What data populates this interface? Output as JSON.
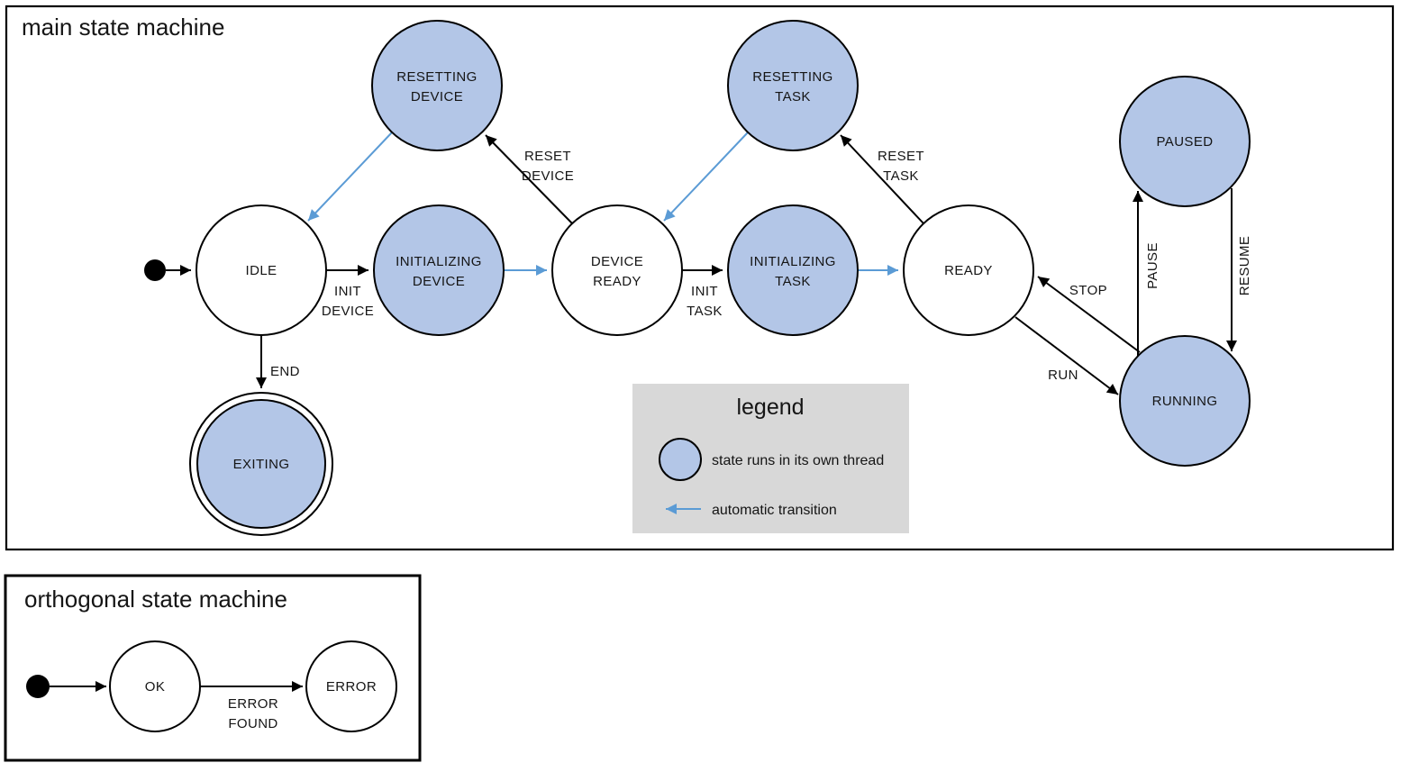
{
  "colors": {
    "state_fill_thread": "#b3c6e7",
    "state_fill_plain": "#ffffff",
    "outline": "#000000",
    "auto_transition": "#5b9bd5",
    "legend_bg": "#d8d8d8"
  },
  "main": {
    "title": "main state machine",
    "states": {
      "idle": {
        "label": "IDLE"
      },
      "initializing_device": {
        "line1": "INITIALIZING",
        "line2": "DEVICE"
      },
      "device_ready": {
        "line1": "DEVICE",
        "line2": "READY"
      },
      "initializing_task": {
        "line1": "INITIALIZING",
        "line2": "TASK"
      },
      "ready": {
        "label": "READY"
      },
      "resetting_device": {
        "line1": "RESETTING",
        "line2": "DEVICE"
      },
      "resetting_task": {
        "line1": "RESETTING",
        "line2": "TASK"
      },
      "paused": {
        "label": "PAUSED"
      },
      "running": {
        "label": "RUNNING"
      },
      "exiting": {
        "label": "EXITING"
      }
    },
    "transitions": {
      "init_device": {
        "line1": "INIT",
        "line2": "DEVICE"
      },
      "init_task": {
        "line1": "INIT",
        "line2": "TASK"
      },
      "reset_device": {
        "line1": "RESET",
        "line2": "DEVICE"
      },
      "reset_task": {
        "line1": "RESET",
        "line2": "TASK"
      },
      "end": {
        "label": "END"
      },
      "run": {
        "label": "RUN"
      },
      "stop": {
        "label": "STOP"
      },
      "pause": {
        "label": "PAUSE"
      },
      "resume": {
        "label": "RESUME"
      }
    }
  },
  "legend": {
    "title": "legend",
    "thread_label": "state runs in its own thread",
    "auto_label": "automatic transition"
  },
  "orthogonal": {
    "title": "orthogonal state machine",
    "states": {
      "ok": {
        "label": "OK"
      },
      "error": {
        "label": "ERROR"
      }
    },
    "transitions": {
      "error_found": {
        "line1": "ERROR",
        "line2": "FOUND"
      }
    }
  }
}
